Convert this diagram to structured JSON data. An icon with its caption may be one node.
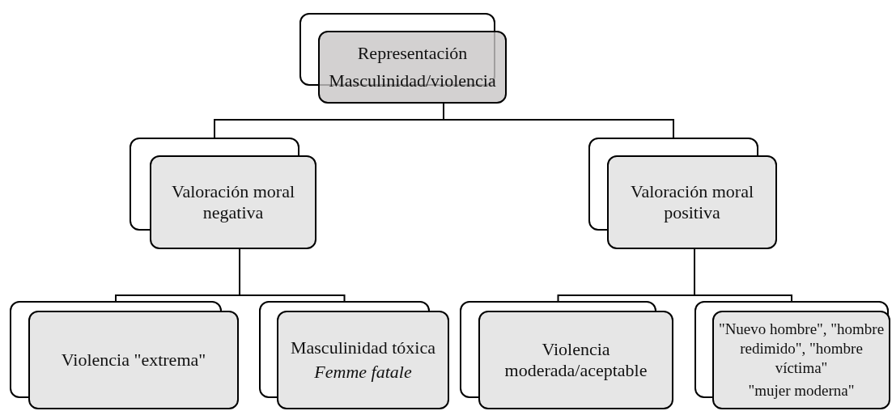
{
  "diagram": {
    "nodes": [
      {
        "text": [
          "Representación",
          "Masculinidad/violencia"
        ]
      },
      {
        "text": [
          "Valoración moral negativa"
        ]
      },
      {
        "text": [
          "Valoración moral positiva"
        ]
      },
      {
        "text": [
          "Violencia \"extrema\""
        ]
      },
      {
        "text": [
          "Masculinidad tóxica",
          "Femme fatale"
        ]
      },
      {
        "text": [
          "Violencia moderada/aceptable"
        ]
      },
      {
        "text": [
          "\"Nuevo hombre\", \"hombre redimido\", \"hombre víctima\"",
          "\"mujer moderna\""
        ]
      }
    ],
    "edges": [
      {
        "from": 0,
        "to": 1,
        "arrow": "none"
      },
      {
        "from": 0,
        "to": 2,
        "arrow": "none"
      },
      {
        "from": 1,
        "to": 3,
        "arrow": "none"
      },
      {
        "from": 1,
        "to": 4,
        "arrow": "none"
      },
      {
        "from": 2,
        "to": 5,
        "arrow": "none"
      },
      {
        "from": 2,
        "to": 6,
        "arrow": "none"
      }
    ]
  }
}
